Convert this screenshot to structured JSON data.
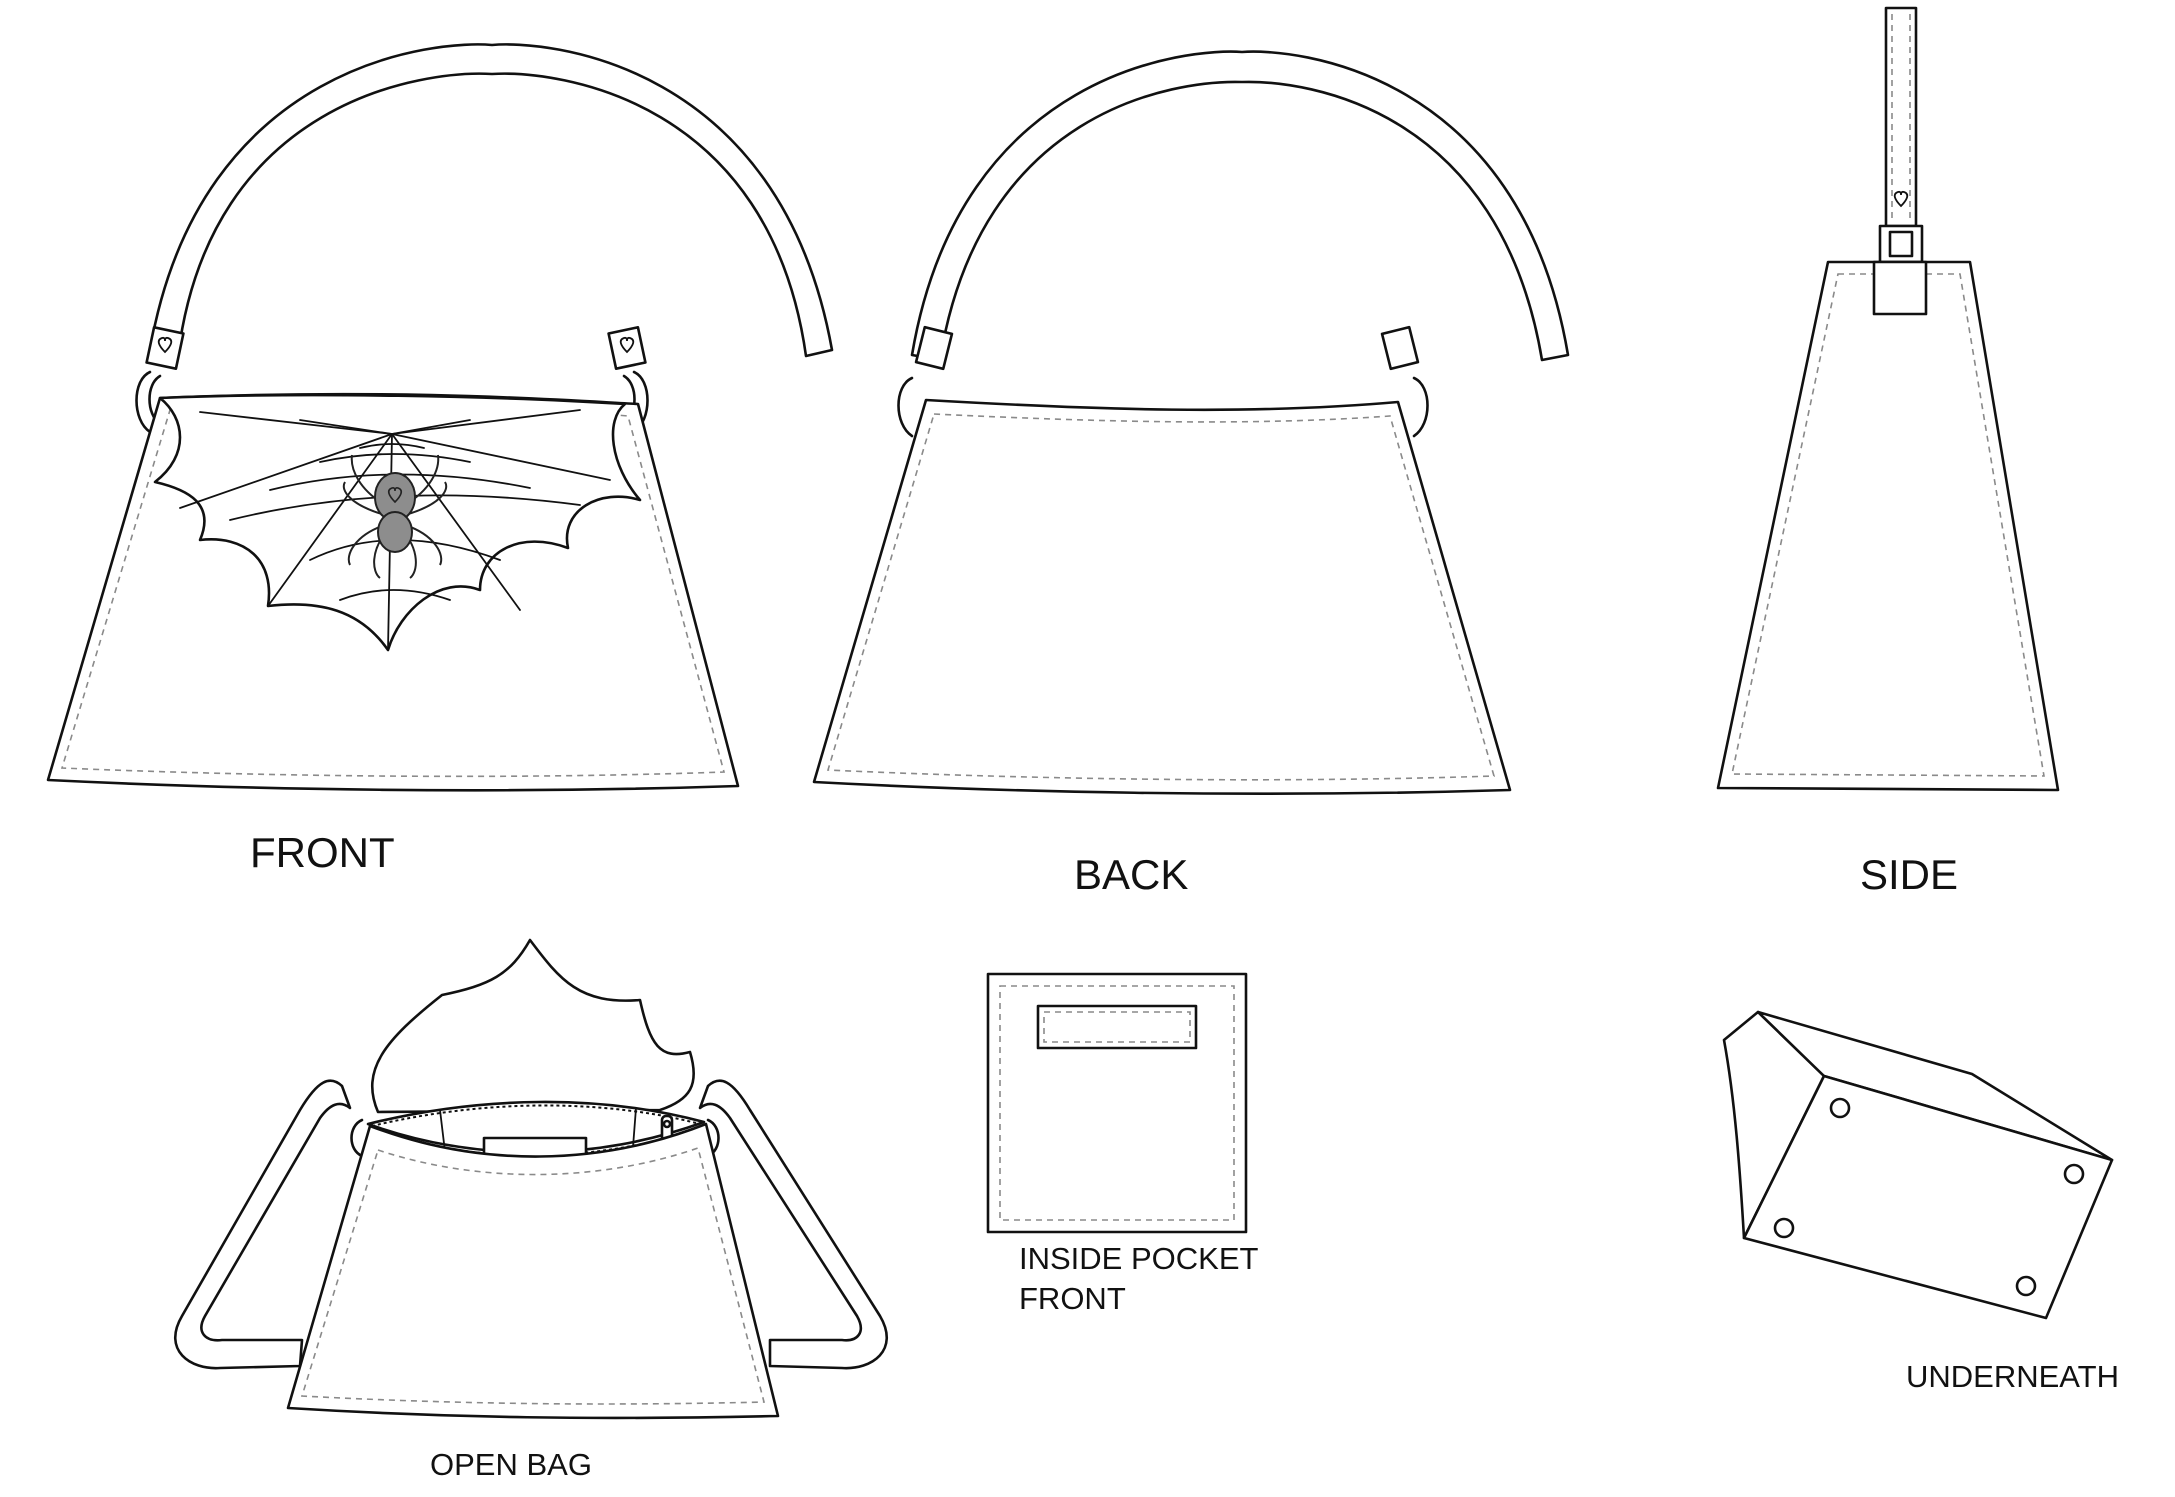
{
  "labels": {
    "front": "FRONT",
    "back": "BACK",
    "side": "SIDE",
    "open_bag": "OPEN BAG",
    "inside_pocket_line1": "INSIDE POCKET",
    "inside_pocket_line2": "FRONT",
    "underneath": "UNDERNEATH"
  },
  "colors": {
    "line": "#111111",
    "stitch": "#8a8a8a",
    "spider": "#8d8d8d"
  },
  "icons": [
    "heart-icon",
    "spider-icon",
    "spiderweb-icon",
    "zipper-pull-icon"
  ]
}
